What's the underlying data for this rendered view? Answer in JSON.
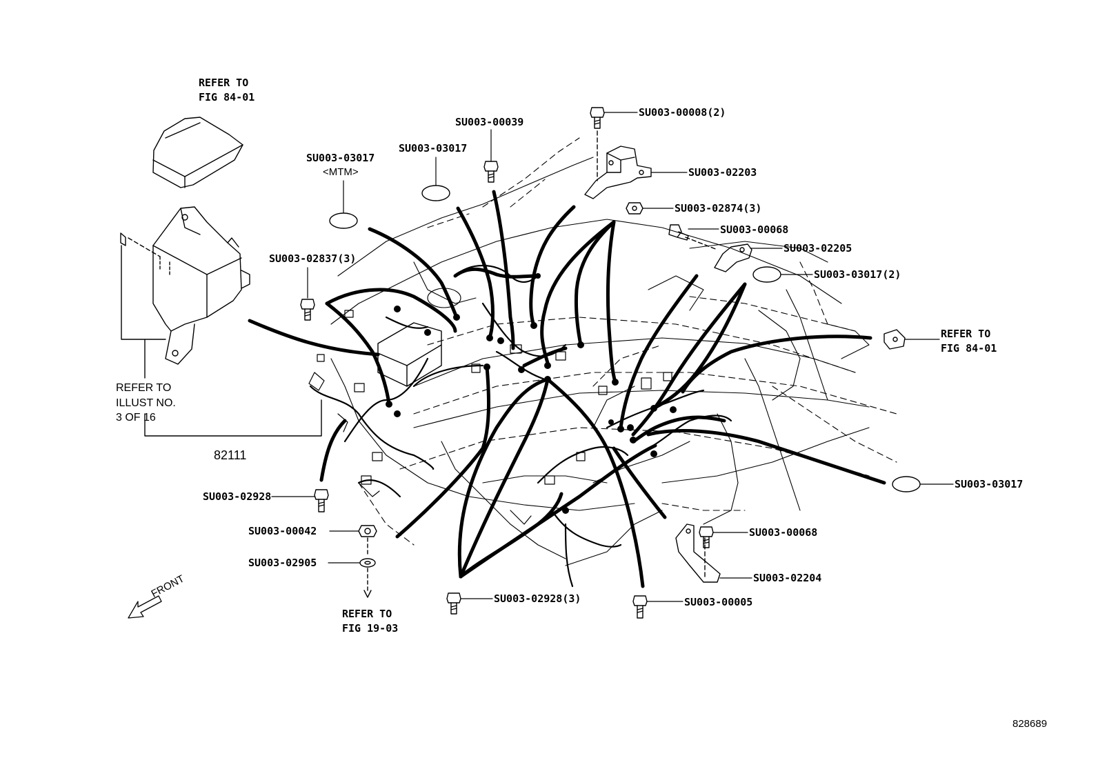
{
  "callouts": {
    "c_00008": "SU003-00008(2)",
    "c_00039": "SU003-00039",
    "c_03017_top": "SU003-03017",
    "c_03017_mtm": "SU003-03017",
    "c_mtm_note": "<MTM>",
    "c_02203": "SU003-02203",
    "c_02874": "SU003-02874(3)",
    "c_00068_top": "SU003-00068",
    "c_02205": "SU003-02205",
    "c_03017_2": "SU003-03017(2)",
    "c_02837": "SU003-02837(3)",
    "c_03017_right": "SU003-03017",
    "c_02928": "SU003-02928",
    "c_00042": "SU003-00042",
    "c_02905": "SU003-02905",
    "c_02928_3": "SU003-02928(3)",
    "c_00005": "SU003-00005",
    "c_00068_bot": "SU003-00068",
    "c_02204": "SU003-02204",
    "part_82111": "82111"
  },
  "refs": {
    "ref_top_left_1": "REFER TO",
    "ref_top_left_2": "FIG 84-01",
    "ref_right_1": "REFER TO",
    "ref_right_2": "FIG 84-01",
    "ref_bottom_1": "REFER TO",
    "ref_bottom_2": "FIG 19-03",
    "illust_1": "REFER TO",
    "illust_2": "ILLUST NO.",
    "illust_3": "3 OF 16"
  },
  "front_label": "FRONT",
  "diagram_id": "828689"
}
